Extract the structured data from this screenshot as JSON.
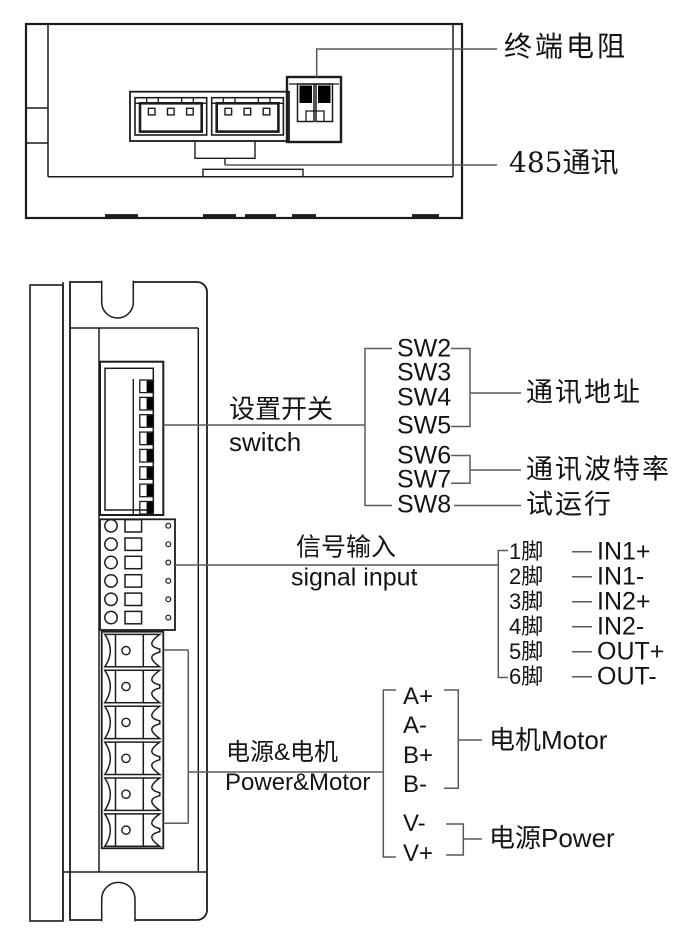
{
  "top_view": {
    "terminal_resistor_label": "终端电阻",
    "rs485_label": "485通讯"
  },
  "front_view": {
    "switch_section": {
      "label_cn": "设置开关",
      "label_en": "switch",
      "switches": [
        "SW2",
        "SW3",
        "SW4",
        "SW5",
        "SW6",
        "SW7",
        "SW8"
      ],
      "comm_address_label": "通讯地址",
      "baud_rate_label": "通讯波特率",
      "trial_run_label": "试运行"
    },
    "signal_section": {
      "label_cn": "信号输入",
      "label_en": "signal input",
      "pins": [
        {
          "pin": "1脚",
          "signal": "IN1+"
        },
        {
          "pin": "2脚",
          "signal": "IN1-"
        },
        {
          "pin": "3脚",
          "signal": "IN2+"
        },
        {
          "pin": "4脚",
          "signal": "IN2-"
        },
        {
          "pin": "5脚",
          "signal": "OUT+"
        },
        {
          "pin": "6脚",
          "signal": "OUT-"
        }
      ]
    },
    "power_section": {
      "label_cn": "电源&电机",
      "label_en": "Power&Motor",
      "terminals": [
        "A+",
        "A-",
        "B+",
        "B-",
        "V-",
        "V+"
      ],
      "motor_label": "电机Motor",
      "power_label": "电源Power"
    }
  },
  "colors": {
    "line": "#1c1c1c",
    "leader": "#5a5a5a",
    "fill_black": "#000000",
    "background": "#ffffff"
  }
}
